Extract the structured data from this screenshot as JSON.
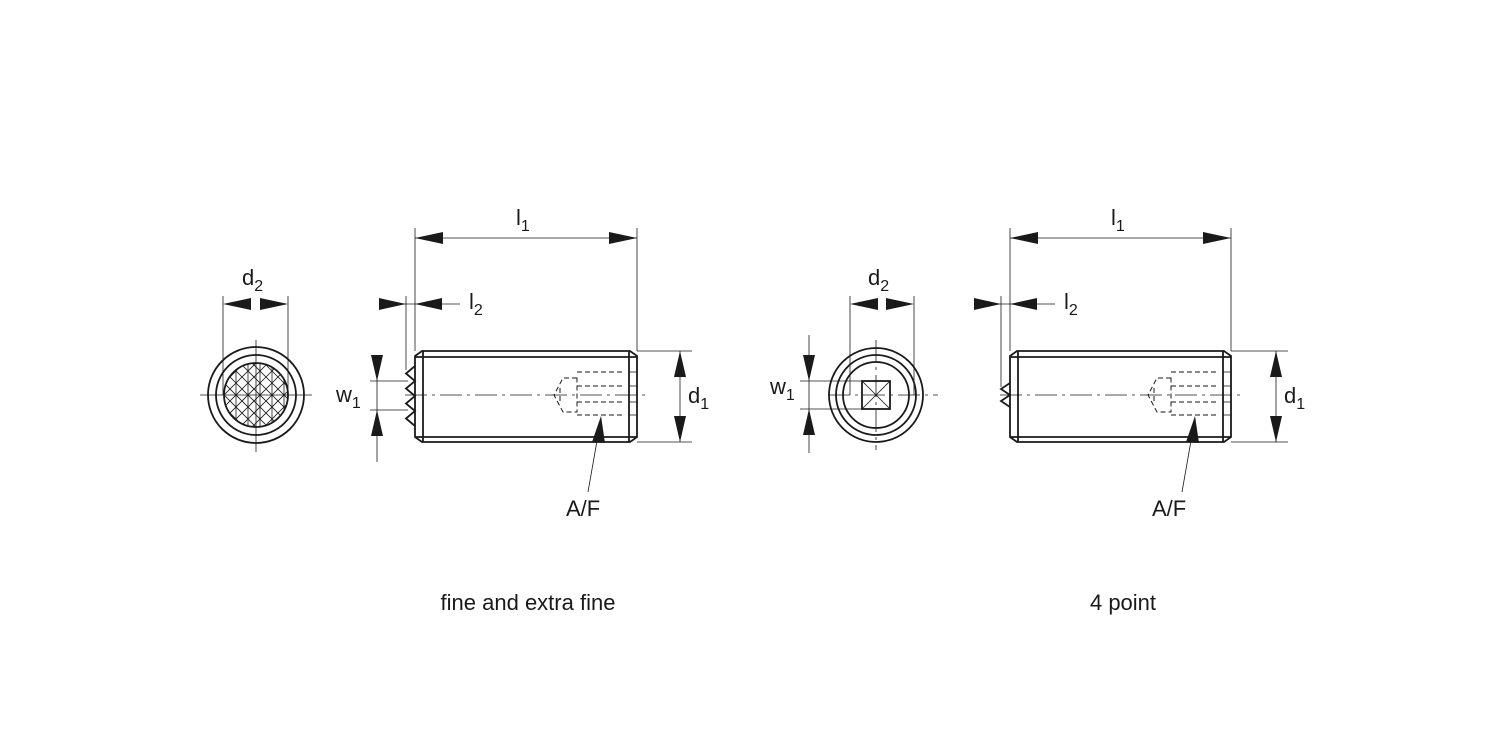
{
  "views": [
    {
      "caption": "fine and extra fine",
      "labels": {
        "l1": "l",
        "l1_sub": "1",
        "l2": "l",
        "l2_sub": "2",
        "d1": "d",
        "d1_sub": "1",
        "d2": "d",
        "d2_sub": "2",
        "w1": "w",
        "w1_sub": "1",
        "af": "A/F"
      }
    },
    {
      "caption": "4 point",
      "labels": {
        "l1": "l",
        "l1_sub": "1",
        "l2": "l",
        "l2_sub": "2",
        "d1": "d",
        "d1_sub": "1",
        "d2": "d",
        "d2_sub": "2",
        "w1": "w",
        "w1_sub": "1",
        "af": "A/F"
      }
    }
  ]
}
